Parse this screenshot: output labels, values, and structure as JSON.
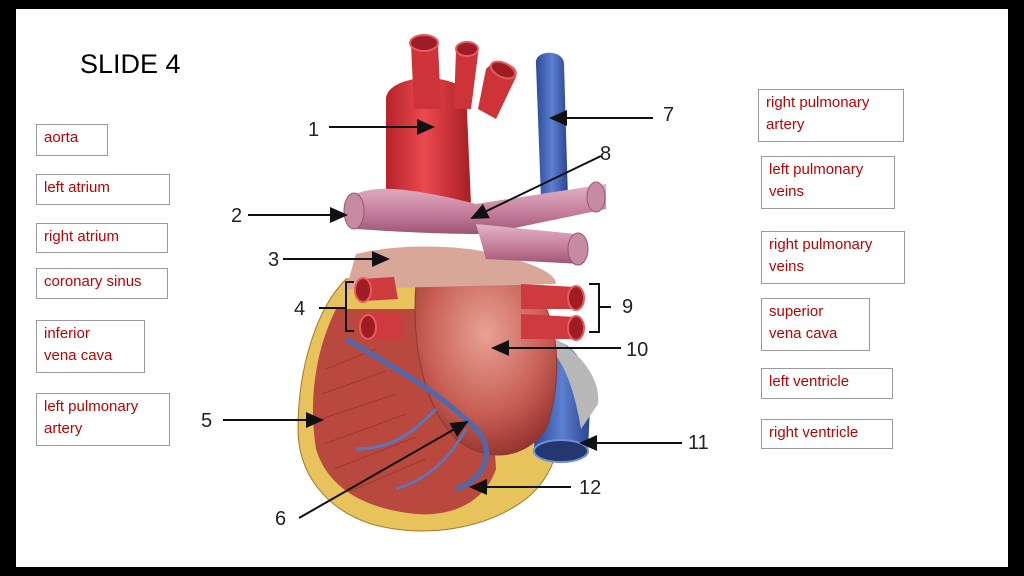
{
  "slide": {
    "title": "SLIDE 4"
  },
  "word_bank_left": [
    "aorta",
    "left atrium",
    "right atrium",
    "coronary sinus",
    "inferior\nvena cava",
    "left pulmonary\nartery"
  ],
  "word_bank_right": [
    "right pulmonary\nartery",
    "left pulmonary\nveins",
    "right pulmonary\nveins",
    "superior\nvena cava",
    "left ventricle",
    "right ventricle"
  ],
  "diagram": {
    "numbers": [
      "1",
      "2",
      "3",
      "4",
      "5",
      "6",
      "7",
      "8",
      "9",
      "10",
      "11",
      "12"
    ]
  },
  "colors": {
    "label_text": "#c00000",
    "artery_red": "#d9343b",
    "vein_blue": "#3d5fb0",
    "pulmonary_pink": "#c98aa6",
    "muscle": "#c9574c",
    "fat_yellow": "#e8c25a"
  }
}
